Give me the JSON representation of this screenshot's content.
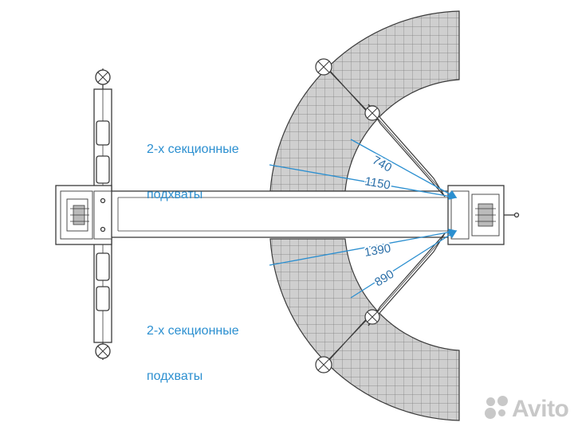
{
  "labels": {
    "top": [
      "2-х секционные",
      "подхваты"
    ],
    "bottom": [
      "2-х секционные",
      "подхваты"
    ]
  },
  "dimensions": {
    "d740": "740",
    "d1150": "1150",
    "d1390": "1390",
    "d890": "890"
  },
  "watermark": "Avito",
  "colors": {
    "accent": "#2b8fd0",
    "line": "#3a3a3a",
    "fill": "#cccccc"
  }
}
